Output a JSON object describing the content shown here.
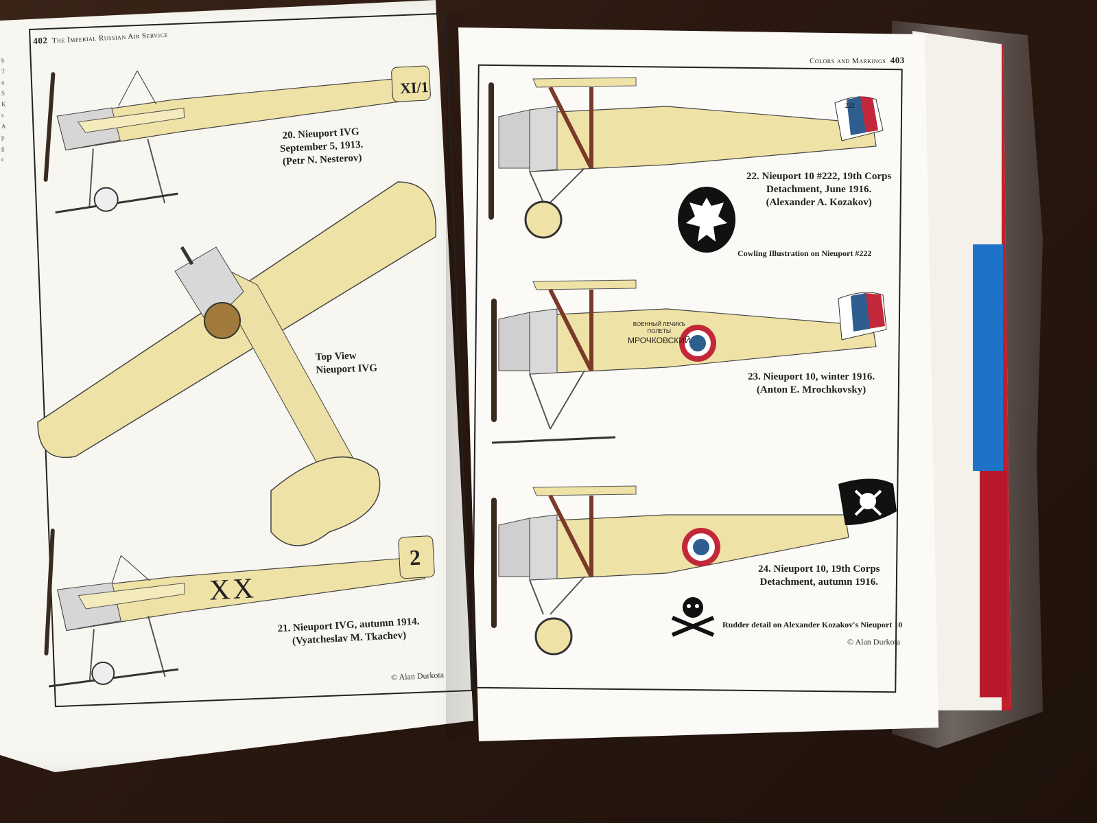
{
  "left_page": {
    "page_number": "402",
    "running_head": "The Imperial Russian Air Service",
    "captions": [
      {
        "lines": [
          "20. Nieuport IVG",
          "September 5, 1913.",
          "(Petr N. Nesterov)"
        ]
      },
      {
        "lines": [
          "Top View",
          "Nieuport IVG"
        ]
      },
      {
        "lines": [
          "21. Nieuport IVG, autumn 1914.",
          "(Vyatcheslav M. Tkachev)"
        ]
      }
    ],
    "tail_marks": [
      "XI/1",
      "2"
    ],
    "fuselage_mark": "XX",
    "credit": "© Alan Durkota"
  },
  "right_page": {
    "page_number": "403",
    "running_head": "Colors and Markings",
    "captions": [
      {
        "lines": [
          "22. Nieuport 10 #222, 19th Corps",
          "Detachment, June 1916.",
          "(Alexander A. Kozakov)"
        ]
      },
      {
        "lines": [
          "Cowling Illustration on Nieuport #222"
        ]
      },
      {
        "lines": [
          "23. Nieuport 10, winter 1916.",
          "(Anton E. Mrochkovsky)"
        ]
      },
      {
        "lines": [
          "24. Nieuport 10, 19th Corps",
          "Detachment, autumn 1916."
        ]
      },
      {
        "lines": [
          "Rudder detail on Alexander Kozakov's Nieuport 10"
        ]
      }
    ],
    "fuselage_inscription": [
      "ВОЕННЫЙ ЛЕЧИКЪ",
      "ПОЛЕТЫ",
      "МРОЧКОВСКИЙ"
    ],
    "tail_number": "222",
    "credit": "© Alan Durkota"
  },
  "colors": {
    "doped_linen": "#efe2a6",
    "metal": "#cfcfcf",
    "russian_white": "#ffffff",
    "russian_blue": "#2d5e8f",
    "russian_red": "#c2283a",
    "book_tab_blue": "#1e73c8",
    "book_tab_red": "#b7192a"
  }
}
